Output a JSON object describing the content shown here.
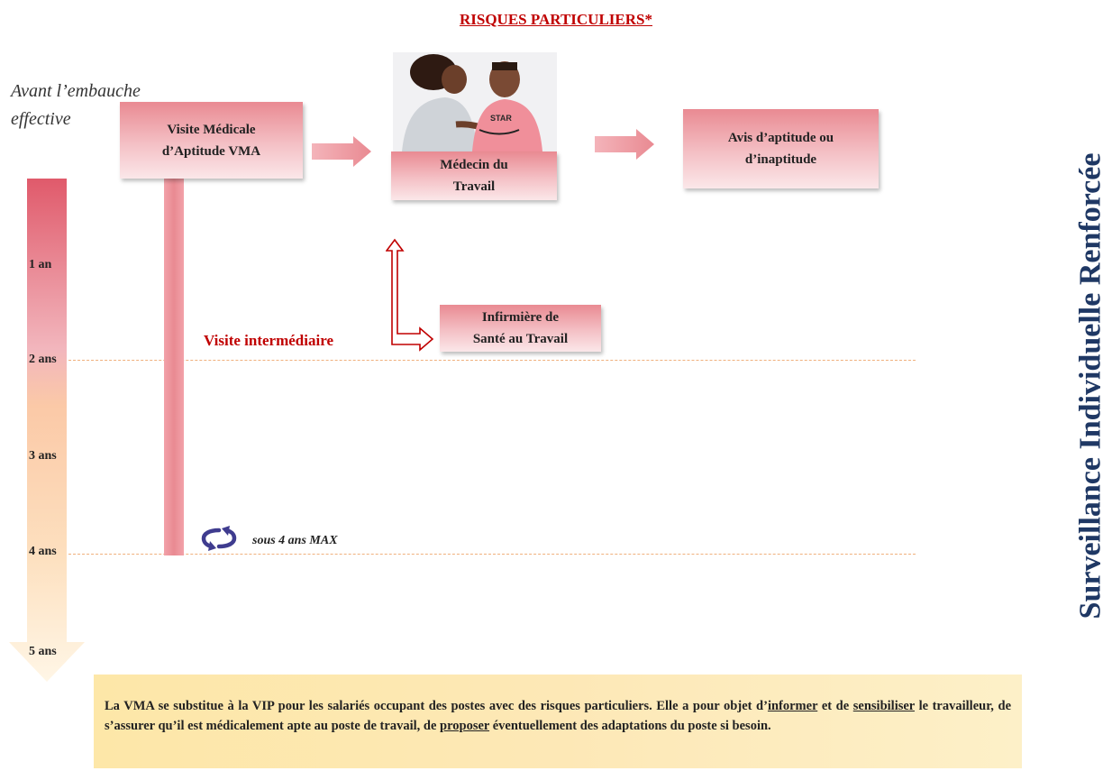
{
  "title": "RISQUES PARTICULIERS*",
  "before_hiring": {
    "line1": "Avant l’embauche",
    "line2": "effective"
  },
  "boxes": {
    "vma": {
      "line1": "Visite Médicale",
      "line2": "d’Aptitude VMA"
    },
    "medecin": {
      "line1": "Médecin du",
      "line2": "Travail"
    },
    "avis": {
      "line1": "Avis d’aptitude ou",
      "line2": "d’inaptitude"
    },
    "infirmiere": {
      "line1": "Infirmière de",
      "line2": "Santé au Travail"
    }
  },
  "timeline": {
    "labels": [
      "1 an",
      "2 ans",
      "3 ans",
      "4 ans",
      "5 ans"
    ]
  },
  "intermediate_visit": "Visite intermédiaire",
  "cycle_label": "sous 4 ans MAX",
  "vertical_title": "Surveillance Individuelle  Renforcée",
  "note": {
    "p1": "La VMA se substitue à la VIP pour les salariés occupant des postes avec des risques particuliers. Elle a pour objet d’",
    "w1": "informer",
    "p2": " et de ",
    "w2": "sensibiliser",
    "p3": " le travailleur, de s’assurer qu’il est médicalement apte au poste de travail, de ",
    "w3": "proposer",
    "p4": " éventuellement des adaptations du poste si besoin."
  },
  "colors": {
    "title_red": "#c00000",
    "box_pink": "#e98a92",
    "vertical_blue": "#1f3864",
    "note_yellow": "#fde7a8",
    "cycle_icon": "#3f3c8f"
  }
}
